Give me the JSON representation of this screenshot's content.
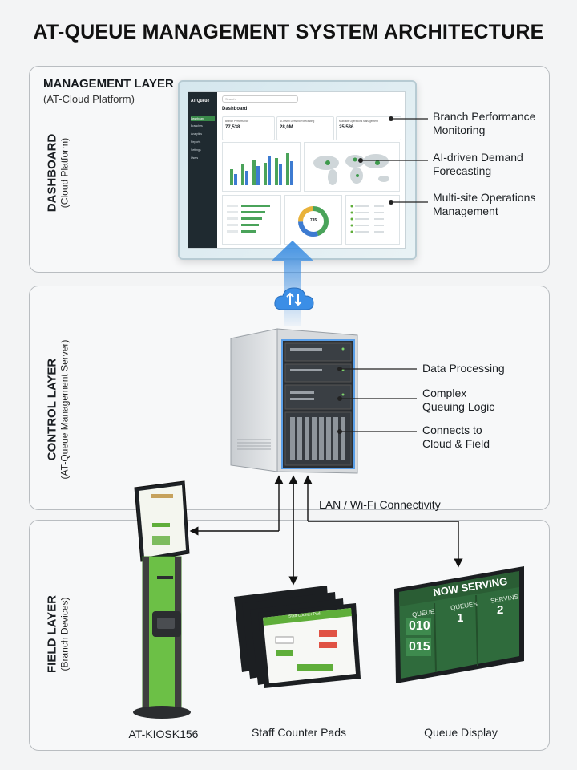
{
  "title": "AT-QUEUE MANAGEMENT SYSTEM ARCHITECTURE",
  "layers": {
    "management": {
      "heading": "MANAGEMENT LAYER",
      "subheading": "(AT-Cloud Platform)",
      "vertical_title": "DASHBOARD",
      "vertical_sub": "(Cloud Platform)",
      "callouts": [
        "Branch Performance Monitoring",
        "AI-driven Demand Forecasting",
        "Multi-site Operations Management"
      ]
    },
    "control": {
      "vertical_title": "CONTROL LAYER",
      "vertical_sub": "(AT-Queue Management Server)",
      "callouts": [
        "Data Processing",
        "Complex Queuing Logic",
        "Connects to Cloud & Field"
      ],
      "connectivity": "LAN / Wi-Fi Connectivity"
    },
    "field": {
      "vertical_title": "FIELD LAYER",
      "vertical_sub": "(Branch Devices)",
      "devices": [
        "AT-KIOSK156",
        "Staff Counter Pads",
        "Queue Display"
      ]
    }
  },
  "dashboard": {
    "logo": "AT Queue",
    "search": "Search",
    "page_title": "Dashboard",
    "nav": [
      "Dashboard",
      "Branches",
      "Analytics",
      "Reports",
      "Settings",
      "Users"
    ],
    "kpis": [
      {
        "label": "Branch Performance",
        "value": "77,538"
      },
      {
        "label": "AI-driven Demand Forecasting",
        "value": "28,0M"
      },
      {
        "label": "Multi-site Operations Management",
        "value": "25,536"
      }
    ],
    "donut_value": "735"
  },
  "queue_display": {
    "header": "NOW SERVING",
    "col1": "QUEUE",
    "col2": "QUEUES",
    "col3": "SERVINS",
    "q1": "010",
    "q2": "015",
    "v2": "1",
    "v3": "2"
  },
  "counter_pad": {
    "header": "Staff Counter Pad"
  },
  "colors": {
    "accent_green": "#5fae3a",
    "arrow_blue": "#2f86e0",
    "display_green": "#2f6b3c"
  }
}
